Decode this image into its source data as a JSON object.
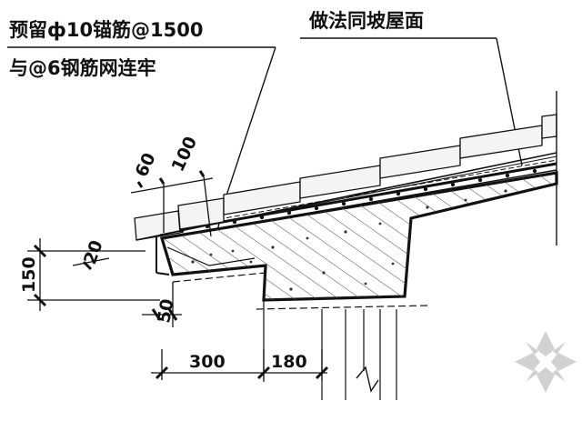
{
  "annotations": {
    "anchor_note_line1": "预留ф10锚筋@1500",
    "anchor_note_line2": "与@6钢筋网连牢",
    "roof_note": "做法同坡屋面"
  },
  "dimensions": {
    "d60": "60",
    "d100": "100",
    "d20": "20",
    "d150": "150",
    "d50": "50",
    "d300": "300",
    "d180": "180"
  },
  "colors": {
    "line": "#111111",
    "hatch": "#555555",
    "tile_fill": "#f4f4f4",
    "watermark": "#c9c9c9"
  },
  "icons": {
    "watermark": "cross-diamond-watermark-icon"
  }
}
